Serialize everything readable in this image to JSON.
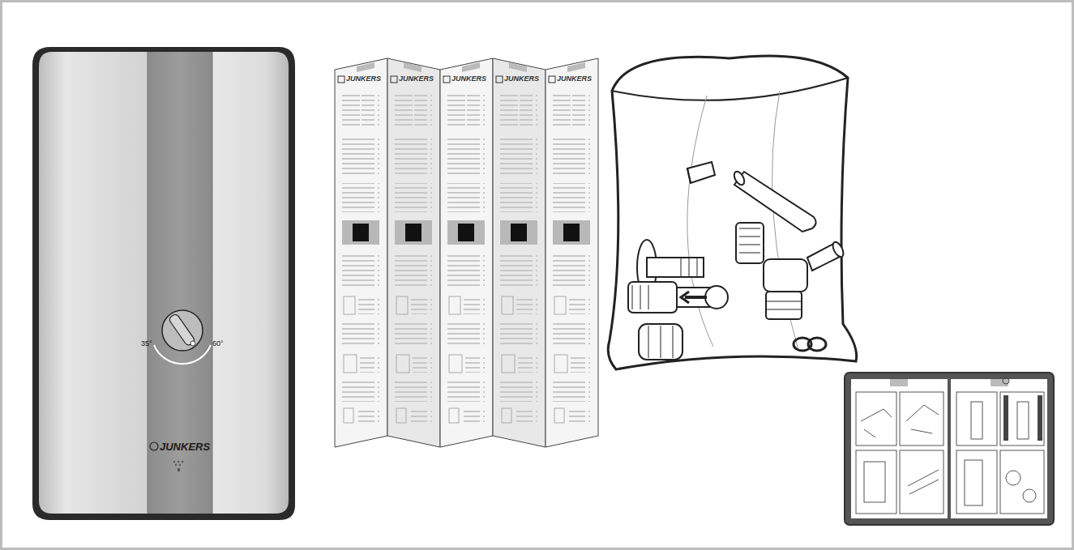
{
  "diagram": {
    "labels": [
      "35°",
      "60°",
      "JUNKERS",
      "JUNKERS",
      "JUNKERS",
      "JUNKERS",
      "JUNKERS",
      "JUNKERS"
    ]
  }
}
